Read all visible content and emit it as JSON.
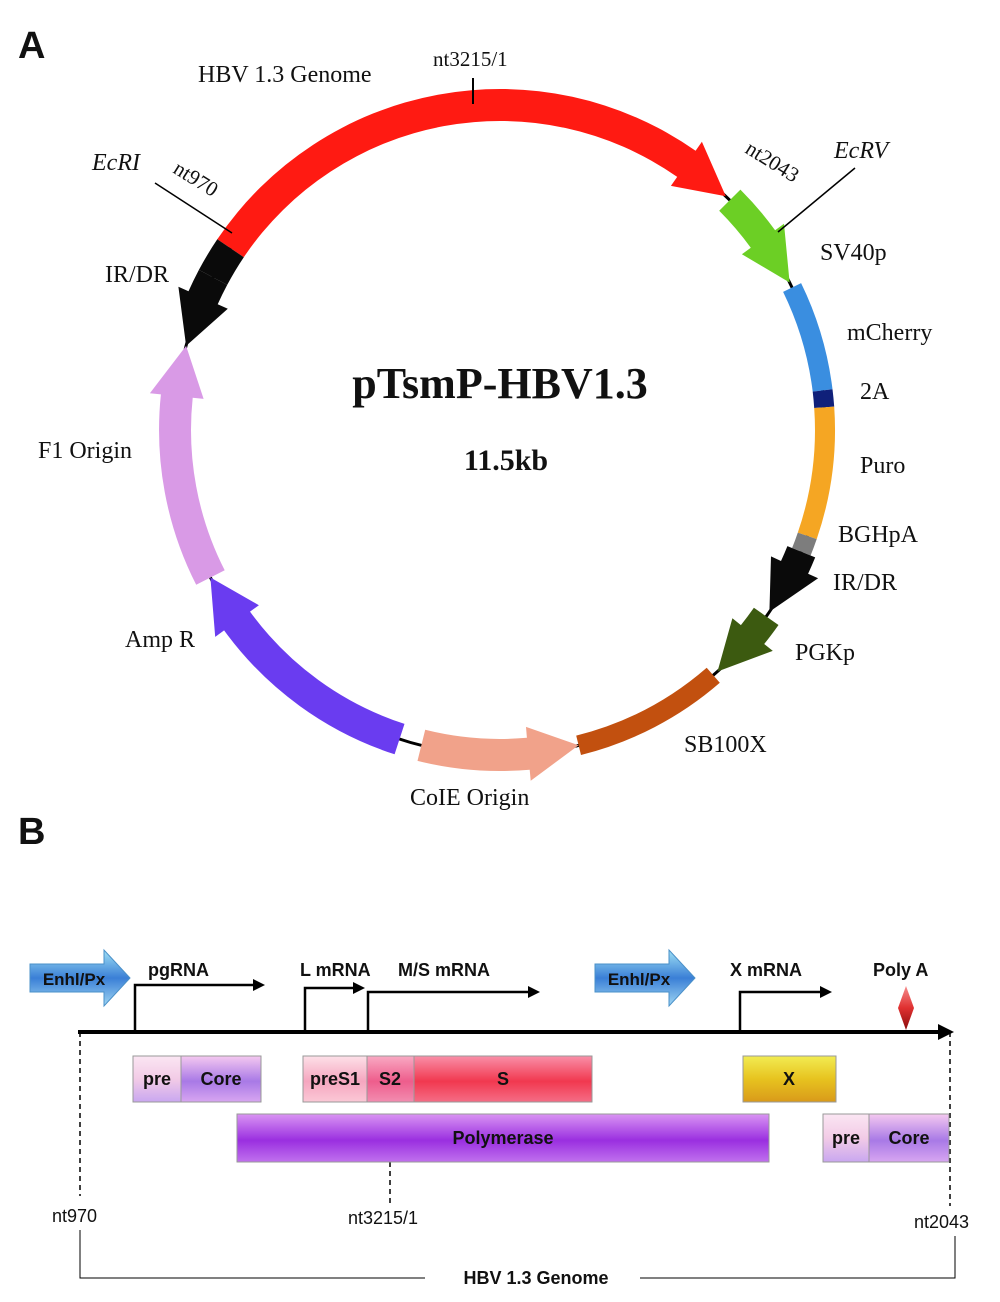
{
  "panel_a": {
    "letter": "A",
    "plasmid_name": "pTsmP-HBV1.3",
    "plasmid_size": "11.5kb",
    "labels": {
      "hbv_genome": "HBV 1.3 Genome",
      "nt_top": "nt3215/1",
      "nt_right": "nt2043",
      "nt_left": "nt970",
      "site_left": "EcRI",
      "site_right": "EcRV",
      "sv40p": "SV40p",
      "mcherry": "mCherry",
      "two_a": "2A",
      "puro": "Puro",
      "bghpa": "BGHpA",
      "irdr_right": "IR/DR",
      "pgkp": "PGKp",
      "sb100x": "SB100X",
      "cole_origin": "CoIE Origin",
      "amp_r": "Amp R",
      "f1_origin": "F1 Origin",
      "irdr_left": "IR/DR"
    },
    "colors": {
      "hbv": "#ff1a12",
      "black": "#0a0a0a",
      "sv40p": "#6ccf25",
      "mcherry": "#3a8ee0",
      "two_a": "#10207a",
      "puro": "#f5a623",
      "bghpa": "#7d7d7d",
      "pgkp": "#3c5a10",
      "sb100x": "#c2500f",
      "cole": "#f1a28a",
      "ampr": "#6a3cf0",
      "f1": "#d99ae6",
      "plasmid_line": "#000000"
    }
  },
  "panel_b": {
    "letter": "B",
    "enh_left": "Enhl/Px",
    "enh_right": "Enhl/Px",
    "transcripts": {
      "pgrna": "pgRNA",
      "l_mrna": "L mRNA",
      "ms_mrna": "M/S mRNA",
      "x_mrna": "X mRNA",
      "poly_a": "Poly A"
    },
    "genes": {
      "pre_left": "pre",
      "core_left": "Core",
      "pres1": "preS1",
      "s2": "S2",
      "s": "S",
      "x": "X",
      "polymerase": "Polymerase",
      "pre_right": "pre",
      "core_right": "Core"
    },
    "nt_left": "nt970",
    "nt_mid": "nt3215/1",
    "nt_right": "nt2043",
    "genome_label": "HBV 1.3 Genome"
  }
}
